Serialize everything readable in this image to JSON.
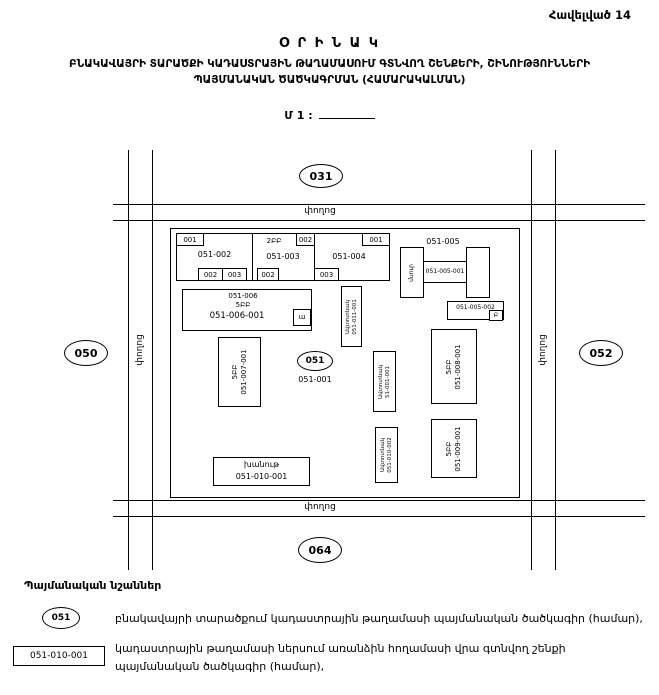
{
  "header": {
    "appendix": "Հավելված 14"
  },
  "title": {
    "example": "Օ Ր Ի Ն Ա Կ",
    "line1": "ԲՆԱԿԱՎԱՅՐԻ ՏԱՐԱԾՔԻ ԿԱԴԱՍՏՐԱՅԻՆ ԹԱՂԱՄԱՍՈՒՄ ԳՏՆՎՈՂ ՇԵՆՔԵՐԻ, ՇԻՆՈՒԹՅՈՒՆՆԵՐԻ",
    "line2": "ՊԱՅՄԱՆԱԿԱՆ ԾԱԾԿԱԳՐՄԱՆ (ՀԱՄԱՐԱԿԱԼՄԱՆ)",
    "scale_label": "Մ 1 :"
  },
  "map": {
    "street_top": "փողոց",
    "street_bottom": "փողոց",
    "street_left": "փողոց",
    "street_right": "փողոց",
    "oval_top": "031",
    "oval_left": "050",
    "oval_right": "052",
    "oval_bottom": "064",
    "block_oval": "051",
    "block_code": "051-001",
    "b002": {
      "label": "051-002",
      "u_top": "001",
      "u_b1": "002",
      "u_b2": "003"
    },
    "b003": {
      "type": "2ԲԲ",
      "label": "051-003",
      "u_top": "002",
      "u_b1": "002"
    },
    "b004": {
      "label": "051-004",
      "u_top": "001",
      "u_b1": "003"
    },
    "b005": {
      "label": "051-005",
      "code": "051-005-001",
      "wing": "մսուր",
      "annex_code": "051-005-002",
      "annex_mark": "Բ"
    },
    "b006": {
      "label": "051-006",
      "type": "5ԲԲ",
      "code": "051-006-001",
      "mark": "ա"
    },
    "b007": {
      "type": "5ԲԲ",
      "code": "051-007-001"
    },
    "b008": {
      "type": "5ԲԲ",
      "code": "051-008-001"
    },
    "b009": {
      "type": "5ԲԲ",
      "code": "051-009-001"
    },
    "g011": {
      "type": "Ավտոտնակ",
      "code": "051-011-001"
    },
    "g001": {
      "type": "Ավտոտնակ",
      "code": "51-001-001"
    },
    "g010": {
      "type": "Ավտոտնակ",
      "code": "051-010-002"
    },
    "shop": {
      "type": "խանութ",
      "code": "051-010-001"
    }
  },
  "legend": {
    "heading": "Պայմանական նշաններ",
    "items": [
      {
        "symbol": "051",
        "text": "բնակավայրի տարածքում կադաստրային թաղամասի պայմանական ծածկագիր (համար),"
      },
      {
        "symbol": "051-010-001",
        "text": "կադաստրային թաղամասի ներսում առանձին հողամասի վրա գտնվող շենքի պայմանական ծածկագիր (համար),"
      }
    ]
  }
}
